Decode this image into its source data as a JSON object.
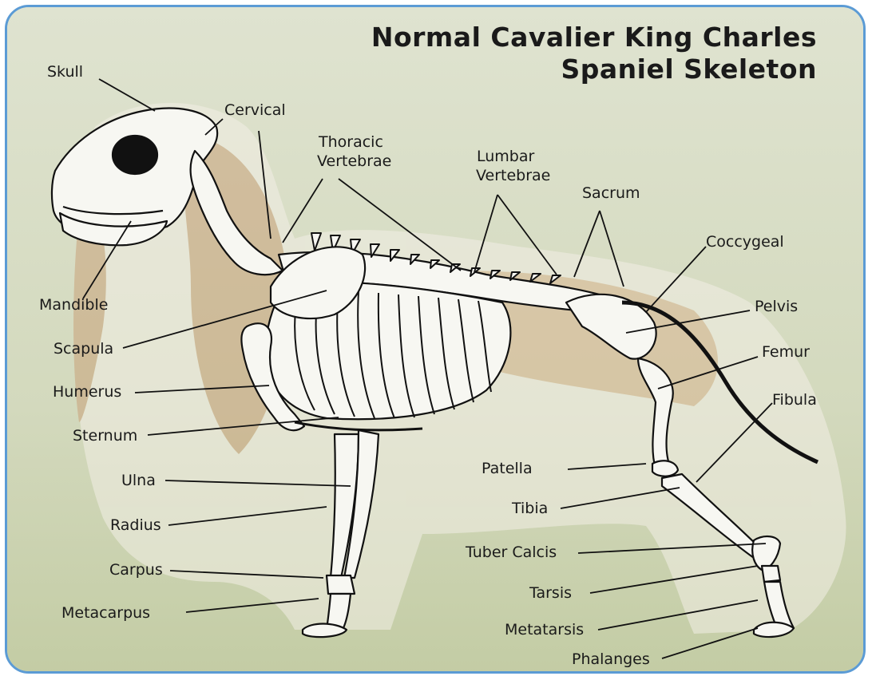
{
  "title": {
    "line1": "Normal Cavalier King Charles",
    "line2": "Spaniel Skeleton"
  },
  "labels": {
    "skull": "Skull",
    "cervical": "Cervical",
    "thoracic_1": "Thoracic",
    "thoracic_2": "Vertebrae",
    "lumbar_1": "Lumbar",
    "lumbar_2": "Vertebrae",
    "sacrum": "Sacrum",
    "coccygeal": "Coccygeal",
    "mandible": "Mandible",
    "pelvis": "Pelvis",
    "scapula": "Scapula",
    "femur": "Femur",
    "humerus": "Humerus",
    "fibula": "Fibula",
    "sternum": "Sternum",
    "patella": "Patella",
    "ulna": "Ulna",
    "tibia": "Tibia",
    "radius": "Radius",
    "tuber_calcis": "Tuber Calcis",
    "carpus": "Carpus",
    "tarsis": "Tarsis",
    "metacarpus": "Metacarpus",
    "metatarsis": "Metatarsis",
    "phalanges": "Phalanges"
  },
  "colors": {
    "frame_border": "#5b9bd5",
    "background": "#d7dcc4",
    "bone_fill": "#f7f7f2",
    "bone_stroke": "#111111",
    "fur": "#c9a27a"
  }
}
